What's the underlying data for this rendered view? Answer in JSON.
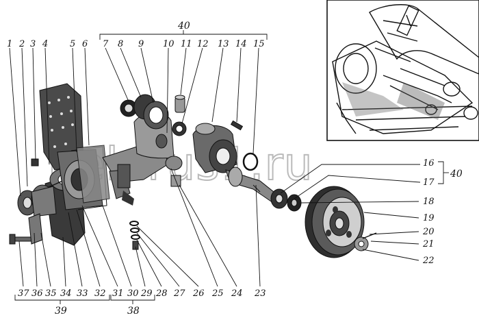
{
  "diagram": {
    "part_numbers": [
      {
        "id": "p1",
        "text": "1"
      },
      {
        "id": "p2",
        "text": "2"
      },
      {
        "id": "p3",
        "text": "3"
      },
      {
        "id": "p4",
        "text": "4"
      },
      {
        "id": "p5",
        "text": "5"
      },
      {
        "id": "p6",
        "text": "6"
      },
      {
        "id": "p7",
        "text": "7"
      },
      {
        "id": "p8",
        "text": "8"
      },
      {
        "id": "p9",
        "text": "9"
      },
      {
        "id": "p10",
        "text": "10"
      },
      {
        "id": "p11",
        "text": "11"
      },
      {
        "id": "p12",
        "text": "12"
      },
      {
        "id": "p13",
        "text": "13"
      },
      {
        "id": "p14",
        "text": "14"
      },
      {
        "id": "p15",
        "text": "15"
      },
      {
        "id": "p16",
        "text": "16"
      },
      {
        "id": "p17",
        "text": "17"
      },
      {
        "id": "p18",
        "text": "18"
      },
      {
        "id": "p19",
        "text": "19"
      },
      {
        "id": "p20",
        "text": "20"
      },
      {
        "id": "p21",
        "text": "21"
      },
      {
        "id": "p22",
        "text": "22"
      },
      {
        "id": "p23",
        "text": "23"
      },
      {
        "id": "p24",
        "text": "24"
      },
      {
        "id": "p25",
        "text": "25"
      },
      {
        "id": "p26",
        "text": "26"
      },
      {
        "id": "p27",
        "text": "27"
      },
      {
        "id": "p28",
        "text": "28"
      },
      {
        "id": "p29",
        "text": "29"
      },
      {
        "id": "p30",
        "text": "30"
      },
      {
        "id": "p31",
        "text": "31"
      },
      {
        "id": "p32",
        "text": "32"
      },
      {
        "id": "p33",
        "text": "33"
      },
      {
        "id": "p34",
        "text": "34"
      },
      {
        "id": "p35",
        "text": "35"
      },
      {
        "id": "p36",
        "text": "36"
      },
      {
        "id": "p37",
        "text": "37"
      }
    ],
    "group_labels": {
      "top_40": "40",
      "right_40": "40",
      "bottom_39": "39",
      "bottom_38": "38"
    },
    "watermark": "belarus1.ru"
  }
}
